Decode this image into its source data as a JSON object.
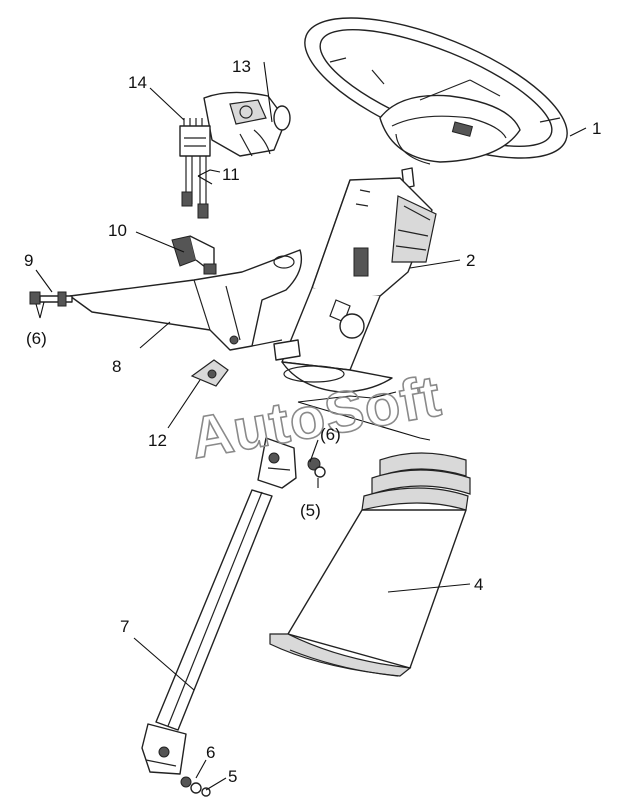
{
  "watermark": "AutoSoft",
  "labels": {
    "p1": "1",
    "p2": "2",
    "p4": "4",
    "p5a": "(5)",
    "p5b": "5",
    "p6a": "(6)",
    "p6b": "(6)",
    "p6c": "6",
    "p7": "7",
    "p8": "8",
    "p9": "9",
    "p10": "10",
    "p11": "11",
    "p12": "12",
    "p13": "13",
    "p14": "14"
  }
}
